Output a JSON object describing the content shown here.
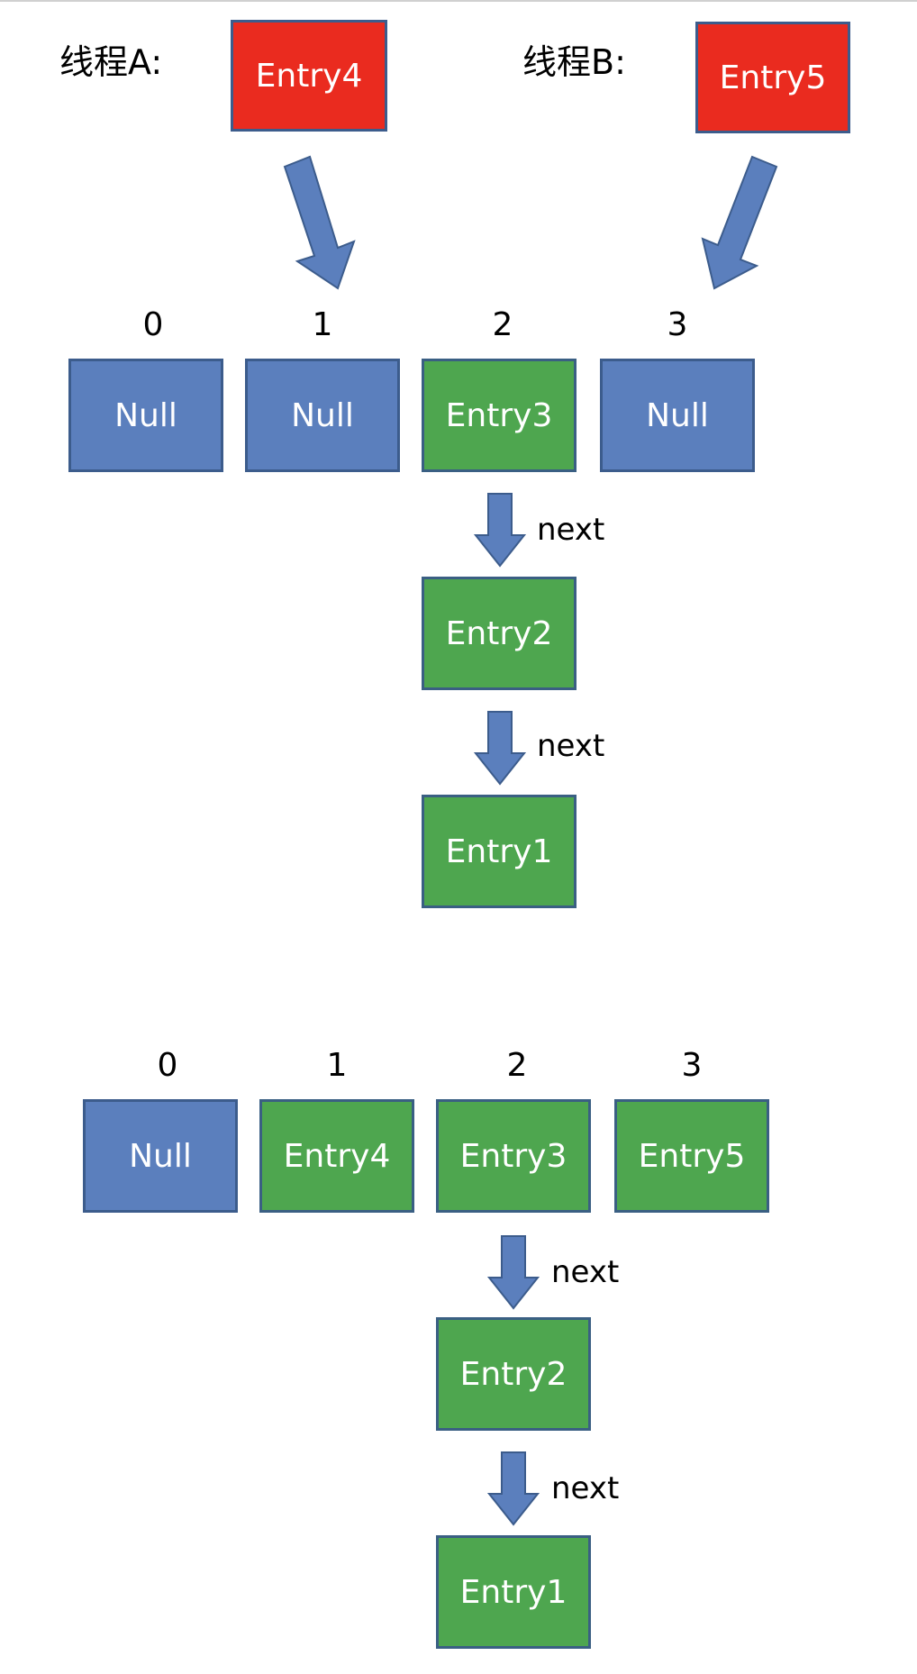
{
  "colors": {
    "null_fill": "#5b7fbd",
    "entry_fill": "#4ea64f",
    "thread_fill": "#ea2b1f",
    "arrow_fill": "#5b7fbd",
    "border": "#3c5c8c"
  },
  "threads": [
    {
      "label": "线程A:",
      "entry": "Entry4"
    },
    {
      "label": "线程B:",
      "entry": "Entry5"
    }
  ],
  "before": {
    "indices": [
      "0",
      "1",
      "2",
      "3"
    ],
    "buckets": [
      "Null",
      "Null",
      "Entry3",
      "Null"
    ],
    "chain": [
      {
        "link": "next",
        "entry": "Entry2"
      },
      {
        "link": "next",
        "entry": "Entry1"
      }
    ]
  },
  "after": {
    "indices": [
      "0",
      "1",
      "2",
      "3"
    ],
    "buckets": [
      "Null",
      "Entry4",
      "Entry3",
      "Entry5"
    ],
    "chain": [
      {
        "link": "next",
        "entry": "Entry2"
      },
      {
        "link": "next",
        "entry": "Entry1"
      }
    ]
  }
}
